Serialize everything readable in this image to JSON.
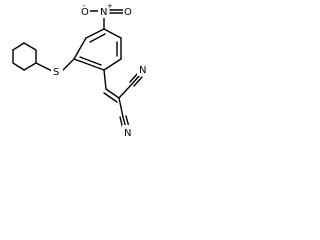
{
  "molecule": {
    "atoms": {
      "nitro_n": "N",
      "nitro_o_left": "O",
      "nitro_o_right": "O",
      "nitro_plus": "+",
      "nitro_minus": "-",
      "sulfur": "S",
      "nitrile_n_top": "N",
      "nitrile_n_bottom": "N"
    }
  }
}
